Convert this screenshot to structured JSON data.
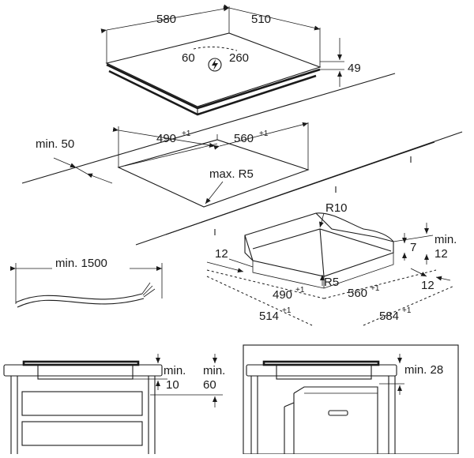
{
  "hob": {
    "width": "580",
    "depth": "510",
    "thickness": "49",
    "cable_angle_left": "60",
    "cable_angle_right": "260"
  },
  "cutout": {
    "min_edge": "min. 50",
    "width": "490",
    "depth": "560",
    "tol": "+1",
    "radius": "max. R5"
  },
  "cable": {
    "min_length": "min. 1500"
  },
  "frame": {
    "r10": "R10",
    "r5": "R5",
    "d12a": "12",
    "d7": "7",
    "min": "min.",
    "d12b": "12",
    "d12c": "12",
    "w490": "490",
    "w560": "560",
    "w514": "514",
    "w584": "584",
    "tol": "+1"
  },
  "install_left": {
    "min10_a": "min.",
    "min10_b": "10",
    "min60_a": "min.",
    "min60_b": "60"
  },
  "install_right": {
    "min28": "min. 28"
  }
}
